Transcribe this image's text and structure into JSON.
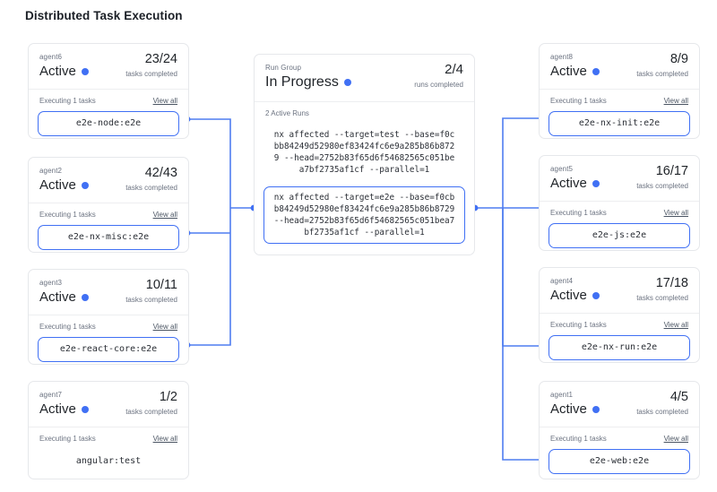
{
  "page": {
    "title": "Distributed Task Execution",
    "accent_color": "#4070f4",
    "card_border_color": "#e6e8eb",
    "connector_color": "#4f7df0"
  },
  "run_group": {
    "label": "Run Group",
    "status": "In Progress",
    "count": "2/4",
    "count_sub": "runs completed",
    "active_runs_label": "2 Active Runs",
    "runs": [
      {
        "command": "nx affected --target=test --base=f0cbb84249d52980ef83424fc6e9a285b86b8729 --head=2752b83f65d6f54682565c051bea7bf2735af1cf --parallel=1",
        "active": false
      },
      {
        "command": "nx affected --target=e2e --base=f0cbb84249d52980ef83424fc6e9a285b86b8729 --head=2752b83f65d6f54682565c051bea7bf2735af1cf --parallel=1",
        "active": true
      }
    ]
  },
  "agents_left": [
    {
      "name": "agent6",
      "status": "Active",
      "count": "23/24",
      "count_sub": "tasks completed",
      "executing_label": "Executing 1 tasks",
      "view_all": "View all",
      "task": "e2e-node:e2e",
      "highlighted": true
    },
    {
      "name": "agent2",
      "status": "Active",
      "count": "42/43",
      "count_sub": "tasks completed",
      "executing_label": "Executing 1 tasks",
      "view_all": "View all",
      "task": "e2e-nx-misc:e2e",
      "highlighted": true
    },
    {
      "name": "agent3",
      "status": "Active",
      "count": "10/11",
      "count_sub": "tasks completed",
      "executing_label": "Executing 1 tasks",
      "view_all": "View all",
      "task": "e2e-react-core:e2e",
      "highlighted": true
    },
    {
      "name": "agent7",
      "status": "Active",
      "count": "1/2",
      "count_sub": "tasks completed",
      "executing_label": "Executing 1 tasks",
      "view_all": "View all",
      "task": "angular:test",
      "highlighted": false
    }
  ],
  "agents_right": [
    {
      "name": "agent8",
      "status": "Active",
      "count": "8/9",
      "count_sub": "tasks completed",
      "executing_label": "Executing 1 tasks",
      "view_all": "View all",
      "task": "e2e-nx-init:e2e",
      "highlighted": true
    },
    {
      "name": "agent5",
      "status": "Active",
      "count": "16/17",
      "count_sub": "tasks completed",
      "executing_label": "Executing 1 tasks",
      "view_all": "View all",
      "task": "e2e-js:e2e",
      "highlighted": true
    },
    {
      "name": "agent4",
      "status": "Active",
      "count": "17/18",
      "count_sub": "tasks completed",
      "executing_label": "Executing 1 tasks",
      "view_all": "View all",
      "task": "e2e-nx-run:e2e",
      "highlighted": true
    },
    {
      "name": "agent1",
      "status": "Active",
      "count": "4/5",
      "count_sub": "tasks completed",
      "executing_label": "Executing 1 tasks",
      "view_all": "View all",
      "task": "e2e-web:e2e",
      "highlighted": true
    }
  ]
}
